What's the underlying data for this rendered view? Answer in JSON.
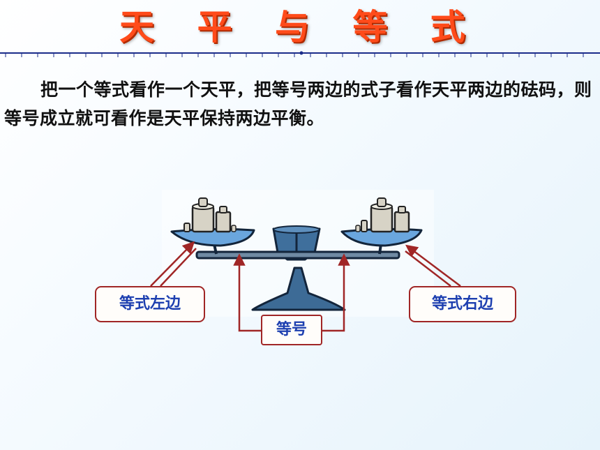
{
  "title": "天 平 与 等 式",
  "paragraph": "把一个等式看作一个天平，把等号两边的式子看作天平两边的砝码，则等号成立就可看作是天平保持两边平衡。",
  "labels": {
    "left": "等式左边",
    "right": "等式右边",
    "middle": "等号"
  },
  "colors": {
    "title": "#ff4b1a",
    "label_border": "#a02626",
    "label_text": "#1d3fb0",
    "pan_blue": "#6aa6de"
  }
}
